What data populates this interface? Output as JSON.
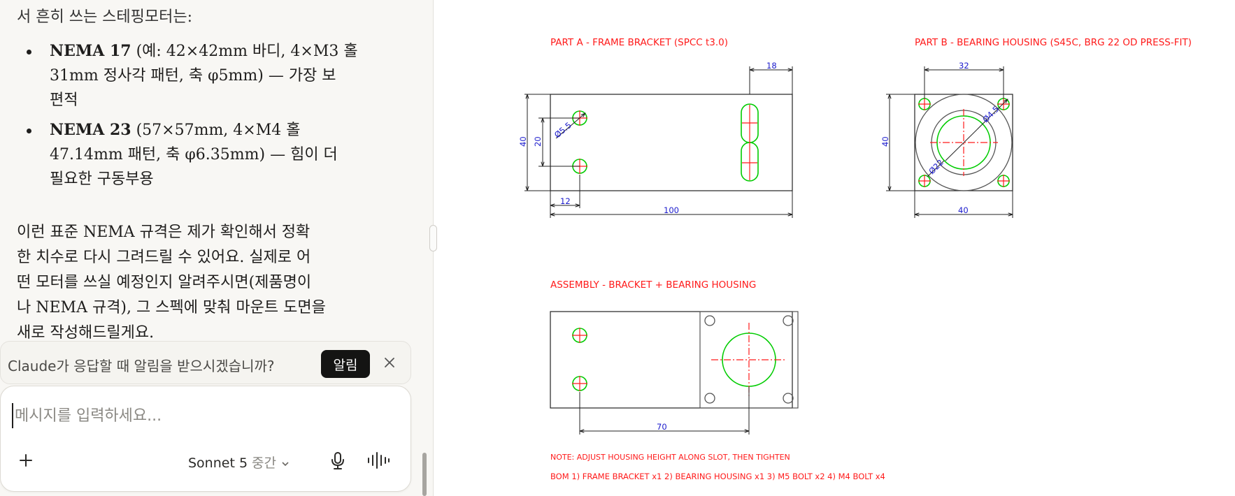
{
  "chat": {
    "line_top": "서 흔히 쓰는 스테핑모터는:",
    "list": [
      {
        "bold": "NEMA 17",
        "lines": [
          " (예: 42×42mm 바디, 4×M3 홀",
          "31mm 정사각 패턴, 축 φ5mm) — 가장 보",
          "편적"
        ]
      },
      {
        "bold": "NEMA 23",
        "lines": [
          " (57×57mm, 4×M4 홀",
          "47.14mm 패턴, 축 φ6.35mm) — 힘이 더",
          "필요한 구동부용"
        ]
      }
    ],
    "paragraph": [
      "이런 표준 NEMA 규격은 제가 확인해서 정확",
      "한 치수로 다시 그려드릴 수 있어요. 실제로 어",
      "떤 모터를 쓰실 예정인지 알려주시면(제품명이",
      "나 NEMA 규격), 그 스펙에 맞춰 마운트 도면을",
      "새로 작성해드릴게요."
    ]
  },
  "notify": {
    "text": "Claude가 응답할 때 알림을 받으시겠습니까?",
    "button": "알림"
  },
  "composer": {
    "placeholder": "메시지를 입력하세요...",
    "model": "Sonnet 5",
    "effort": "중간"
  },
  "icons": {
    "add": "plus-icon",
    "close": "close-icon",
    "mic": "microphone-icon",
    "voice": "voice-waveform-icon",
    "chevron": "chevron-down-icon"
  },
  "drawing": {
    "part_a_title": "PART A - FRAME BRACKET (SPCC t3.0)",
    "part_b_title": "PART B - BEARING HOUSING (S45C, BRG 22 OD PRESS-FIT)",
    "assembly_title": "ASSEMBLY - BRACKET + BEARING HOUSING",
    "note": "NOTE: ADJUST HOUSING HEIGHT ALONG SLOT, THEN TIGHTEN",
    "bom": "BOM  1) FRAME BRACKET x1  2) BEARING HOUSING x1  3) M5 BOLT x2  4) M4 BOLT x4",
    "dims": {
      "a_slot_w": "18",
      "a_height": "40",
      "a_hole_pitch": "20",
      "a_hole_dia": "Ø5.5",
      "a_hole_x": "12",
      "a_length": "100",
      "b_bolt_pitch": "32",
      "b_height": "40",
      "b_bolt_dia": "Ø4.5",
      "b_bore_dia": "Ø22",
      "b_width": "40",
      "asm_offset": "70"
    },
    "colors": {
      "title": "#ff1a1a",
      "dimension": "#1a1acc",
      "bore": "#00cc00",
      "centerline": "#ff1a1a",
      "outline": "#222222"
    }
  }
}
